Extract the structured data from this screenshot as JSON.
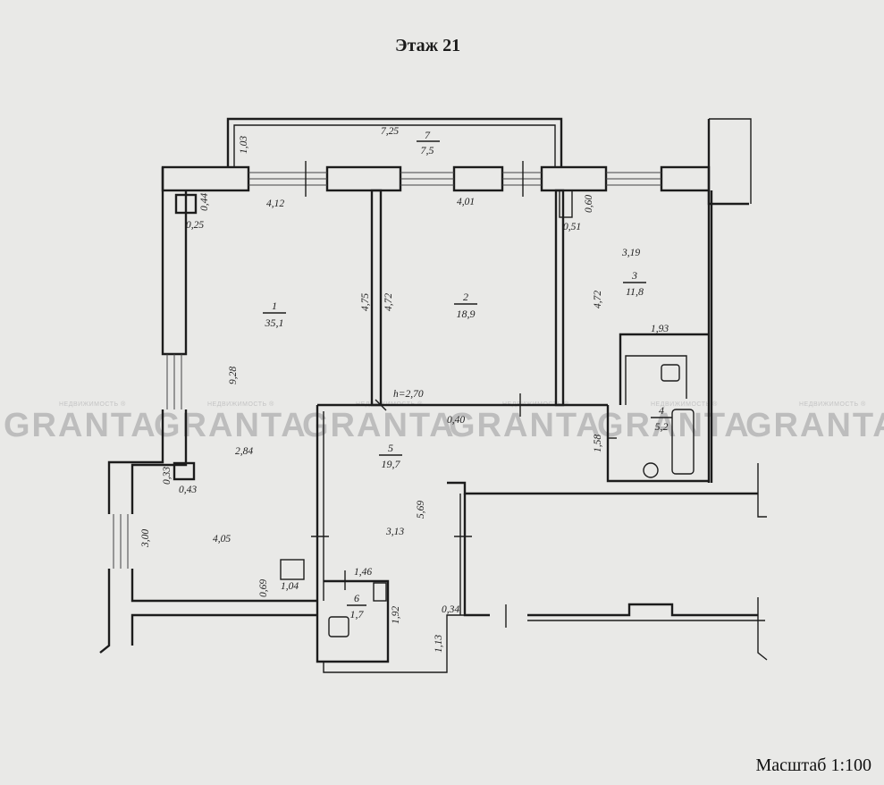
{
  "title": "Этаж 21",
  "scale": "Масштаб 1:100",
  "watermark": {
    "brand": "GRANTA",
    "tagline": "НЕДВИЖИМОСТЬ ®"
  },
  "colors": {
    "line": "#1c1c1c",
    "paper": "#e9e9e7",
    "watermark": "#bdbdbd"
  },
  "rooms": [
    {
      "number": "1",
      "area": "35,1"
    },
    {
      "number": "2",
      "area": "18,9"
    },
    {
      "number": "3",
      "area": "11,8"
    },
    {
      "number": "4",
      "area": "5,2"
    },
    {
      "number": "5",
      "area": "19,7"
    },
    {
      "number": "6",
      "area": "1,7"
    },
    {
      "number": "7",
      "area": "7,5"
    }
  ],
  "dimensions": [
    "7,25",
    "1,03",
    "4,12",
    "4,01",
    "0,44",
    "0,25",
    "0,60",
    "0,51",
    "3,19",
    "4,75",
    "4,72",
    "4,72",
    "1,93",
    "9,28",
    "h=2,70",
    "0,40",
    "2,84",
    "1,58",
    "0,33",
    "0,43",
    "5,69",
    "3,13",
    "3,00",
    "4,05",
    "1,46",
    "0,69",
    "1,04",
    "1,92",
    "0,34",
    "1,13"
  ]
}
